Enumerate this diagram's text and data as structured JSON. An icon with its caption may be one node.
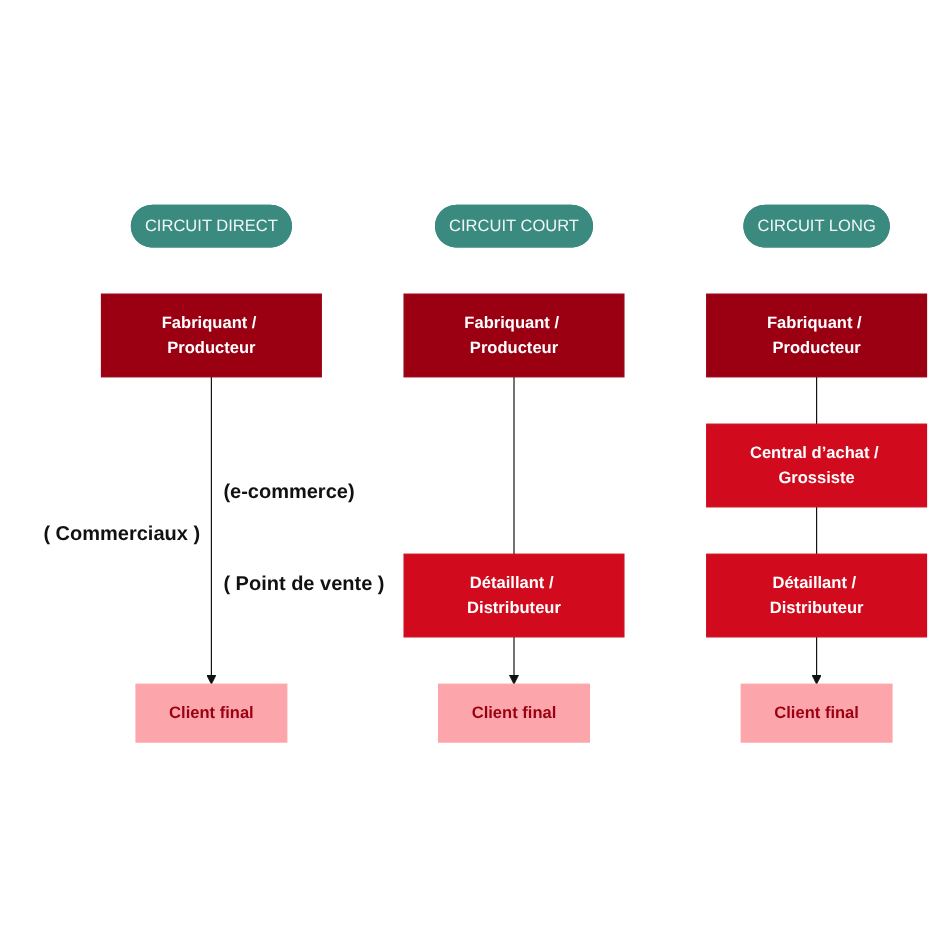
{
  "diagram": {
    "nodes": [
      {
        "text": [
          "CIRCUIT DIRECT"
        ]
      },
      {
        "text": [
          "CIRCUIT COURT"
        ]
      },
      {
        "text": [
          "CIRCUIT LONG"
        ]
      },
      {
        "text": [
          "Fabriquant / Producteur"
        ]
      },
      {
        "text": [
          "Fabriquant / Producteur"
        ]
      },
      {
        "text": [
          "Fabriquant / Producteur"
        ]
      },
      {
        "text": [
          "Central d’achat / Grossiste"
        ]
      },
      {
        "text": [
          "Détaillant / Distributeur"
        ]
      },
      {
        "text": [
          "Détaillant / Distributeur"
        ]
      },
      {
        "text": [
          "Client final"
        ]
      },
      {
        "text": [
          "Client final"
        ]
      },
      {
        "text": [
          "Client final"
        ]
      }
    ],
    "edges": [
      {
        "from": 3,
        "to": 9,
        "arrow": "to"
      },
      {
        "from": 4,
        "to": 7,
        "arrow": "none"
      },
      {
        "from": 7,
        "to": 10,
        "arrow": "to"
      },
      {
        "from": 5,
        "to": 6,
        "arrow": "none"
      },
      {
        "from": 6,
        "to": 8,
        "arrow": "none"
      },
      {
        "from": 8,
        "to": 11,
        "arrow": "to"
      }
    ],
    "labels": [
      "(e-commerce)",
      "( Commerciaux )",
      "( Point de vente )"
    ]
  }
}
